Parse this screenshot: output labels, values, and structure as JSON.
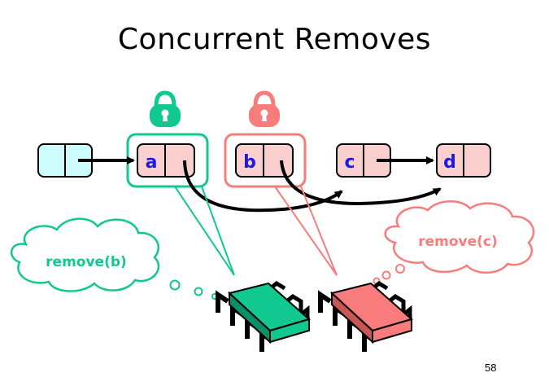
{
  "slide": {
    "title": "Concurrent Removes",
    "page_number": "58"
  },
  "nodes": [
    {
      "id": "sentinel",
      "label": "",
      "fill": "#ccfcfc"
    },
    {
      "id": "a",
      "label": "a",
      "fill": "#fccfcf"
    },
    {
      "id": "b",
      "label": "b",
      "fill": "#fccfcf"
    },
    {
      "id": "c",
      "label": "c",
      "fill": "#fccfcf"
    },
    {
      "id": "d",
      "label": "d",
      "fill": "#fccfcf"
    }
  ],
  "threads": [
    {
      "id": "thread-1",
      "action": "remove(b)",
      "color": "#10c890",
      "locks": "a"
    },
    {
      "id": "thread-2",
      "action": "remove(c)",
      "color": "#f87c7c",
      "locks": "b"
    }
  ],
  "colors": {
    "teal": "#10c890",
    "salmon": "#f87c7c",
    "node_pink": "#fccfcf",
    "node_cyan": "#ccfcfc",
    "label_blue": "#1a1ae6"
  }
}
